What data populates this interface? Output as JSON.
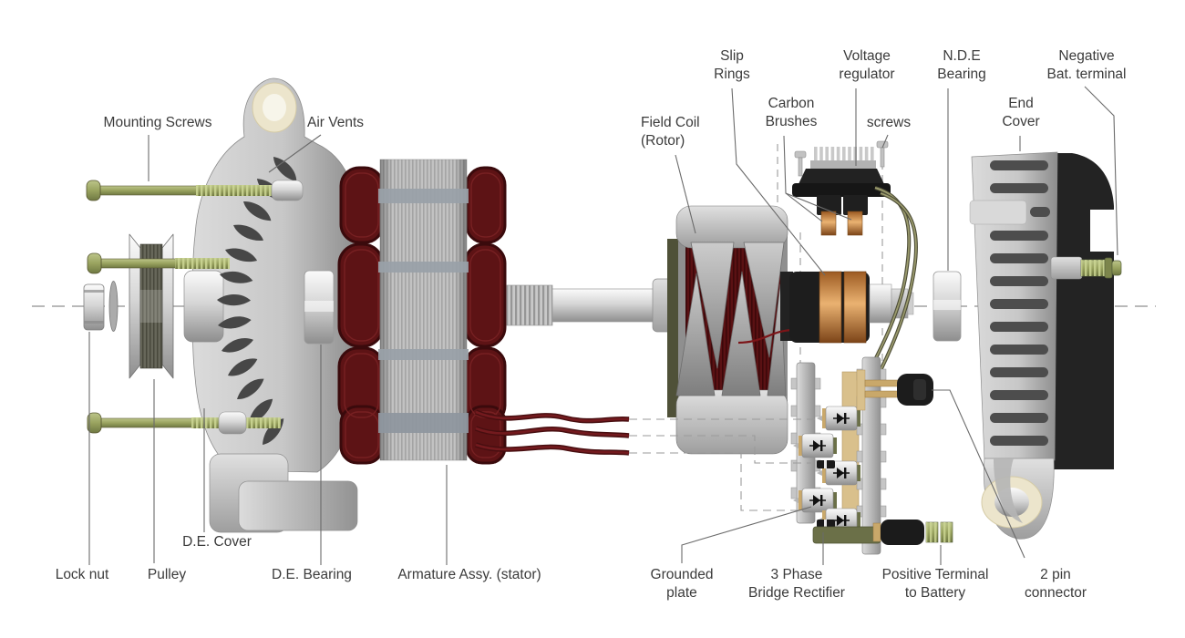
{
  "figure": {
    "type": "exploded-parts-diagram",
    "subject": "Automotive alternator exploded view",
    "background_color": "#ffffff",
    "label_text_color": "#3b3b3b",
    "leader_line_color": "#6b6b6b",
    "centerline_color": "#8f8f8f",
    "coil_color": "#5d1315",
    "brass_color": "#99a35f",
    "copper_color": "#d99a55",
    "metal_color": "#b9b9b9",
    "black_part_color": "#1c1c1c"
  },
  "labels": {
    "mounting_screws": "Mounting Screws",
    "air_vents": "Air Vents",
    "field_coil_line1": "Field Coil",
    "field_coil_line2": "(Rotor)",
    "slip_rings_line1": "Slip",
    "slip_rings_line2": "Rings",
    "carbon_brushes_line1": "Carbon",
    "carbon_brushes_line2": "Brushes",
    "voltage_regulator_line1": "Voltage",
    "voltage_regulator_line2": "regulator",
    "screws": "screws",
    "nde_bearing_line1": "N.D.E",
    "nde_bearing_line2": "Bearing",
    "end_cover_line1": "End",
    "end_cover_line2": "Cover",
    "negative_terminal_line1": "Negative",
    "negative_terminal_line2": "Bat. terminal",
    "lock_nut": "Lock nut",
    "pulley": "Pulley",
    "de_cover": "D.E. Cover",
    "de_bearing": "D.E. Bearing",
    "armature": "Armature Assy. (stator)",
    "grounded_plate_line1": "Grounded",
    "grounded_plate_line2": "plate",
    "rectifier_line1": "3 Phase",
    "rectifier_line2": "Bridge Rectifier",
    "positive_terminal_line1": "Positive Terminal",
    "positive_terminal_line2": "to Battery",
    "two_pin_line1": "2 pin",
    "two_pin_line2": "connector"
  }
}
